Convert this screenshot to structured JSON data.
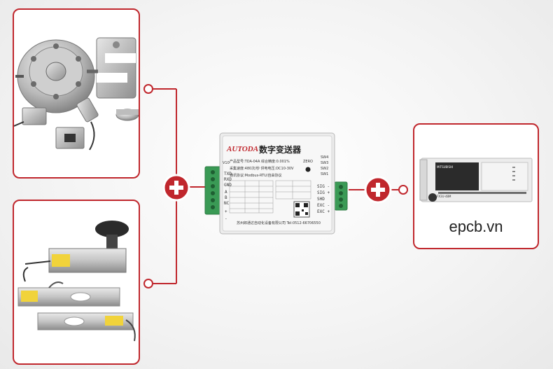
{
  "transmitter": {
    "brand": "AUTODA",
    "title": "数字变送器",
    "zero_label": "ZERO",
    "spec_lines": [
      "产品型号:TDA-04A    综合精度:0.001%",
      "采集速度:480次/秒   供电电压:DC10-30V",
      "通讯协议:Modbus-RTU/自由协议"
    ],
    "footer": "苏州郎通达自动化设备有限公司  Tel:0512-66706550",
    "left_terminals": [
      "TXD",
      "RXD",
      "GND",
      "A",
      "B",
      "NC",
      "+",
      "-"
    ],
    "right_terminals": [
      "SIG -",
      "SIG +",
      "SHD",
      "EXC -",
      "EXC +"
    ],
    "switch_labels": [
      "SW4",
      "SW3",
      "SW2",
      "SW1"
    ],
    "side_label": "V10"
  },
  "plc": {
    "brand": "MITSUBISHI",
    "model": "FX3U-48M"
  },
  "watermark": "epcb.vn",
  "colors": {
    "accent": "#c0272d",
    "terminal": "#3a9a55",
    "housing": "#ececec"
  },
  "icons": [
    "plus-icon",
    "plus-icon",
    "plus-icon"
  ]
}
